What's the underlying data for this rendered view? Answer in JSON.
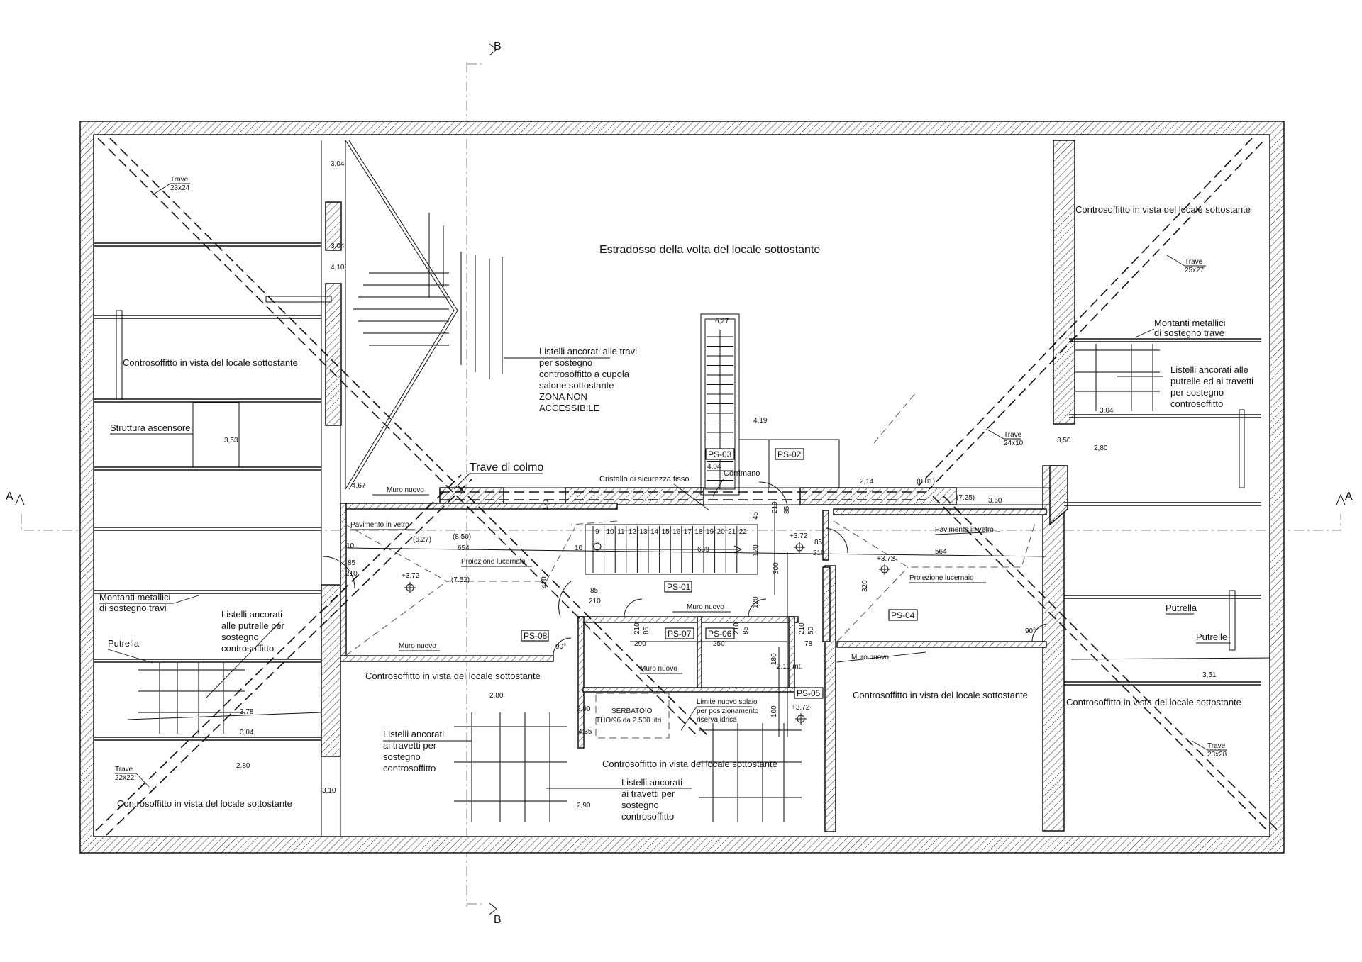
{
  "section_marks": {
    "a": "A",
    "b": "B"
  },
  "labels": {
    "estradosso": "Estradosso della volta del locale sottostante",
    "controsoffitto": "Controsoffitto in vista del locale sottostante",
    "listelli_cupola": [
      "Listelli ancorati alle travi",
      "per sostegno",
      "controsoffitto a cupola",
      "salone sottostante",
      "ZONA NON",
      "ACCESSIBILE"
    ],
    "listelli_putrelle": [
      "Listelli ancorati",
      "alle putrelle per",
      "sostegno",
      "controsoffitto"
    ],
    "listelli_travetti": [
      "Listelli ancorati",
      "ai travetti per",
      "sostegno",
      "controsoffitto"
    ],
    "listelli_putrelle_travetti": [
      "Listelli ancorati alle",
      "putrelle ed ai travetti",
      "per sostegno",
      "controsoffitto"
    ],
    "montanti_travi": [
      "Montanti metallici",
      "di sostegno travi"
    ],
    "montanti_trave": [
      "Montanti metallici",
      "di sostegno trave"
    ],
    "struttura_ascensore": "Struttura ascensore",
    "putrella": "Putrella",
    "putrelle": "Putrelle",
    "trave_colmo": "Trave di colmo",
    "cristallo": "Cristallo di sicurezza fisso",
    "corrimano": "Corrimano",
    "muro_nuovo": "Muro nuovo",
    "pavimento_vetro": "Pavimento in vetro",
    "proiezione_lucernaio": "Proiezione lucernaio",
    "serbatoio": [
      "SERBATOIO",
      "THO/96 da 2.500 litri"
    ],
    "limite_solaio": [
      "Limite nuovo solaio",
      "per posizionamento",
      "riserva idrica"
    ],
    "trave_prefix": "Trave",
    "mt": "2.10 mt."
  },
  "beams": {
    "t1": "23x24",
    "t2": "25x27",
    "t3": "24x10",
    "t4": "22x22",
    "t5": "23x28"
  },
  "rooms": [
    "PS-01",
    "PS-02",
    "PS-03",
    "PS-04",
    "PS-05",
    "PS-06",
    "PS-07",
    "PS-08"
  ],
  "elevations": {
    "e304": "3,04",
    "e410": "4,10",
    "e353": "3,53",
    "e378": "3,78",
    "e280": "2,80",
    "e310": "3,10",
    "e467": "4,67",
    "e627": "6,27",
    "e419": "4,19",
    "e404": "4,04",
    "e214": "2,14",
    "e350": "3,50",
    "e360": "3,60",
    "e351": "3,51",
    "e290": "2,90",
    "e435": "4,35",
    "p372": "+3.72",
    "pr850": "(8.50)",
    "pr627": "(6.27)",
    "pr752": "(7.52)",
    "pr881": "(8.81)",
    "pr725": "(7.25)"
  },
  "dims": {
    "d654": "654",
    "d639": "639",
    "d564": "564",
    "d85": "85",
    "d210": "210",
    "d410": "410",
    "d300": "300",
    "d320": "320",
    "d290": "290",
    "d250": "250",
    "d78": "78",
    "d50": "50",
    "d120": "120",
    "d45": "45",
    "d180": "180",
    "d100": "100",
    "d10": "10",
    "d171": "171",
    "d90": "90°"
  },
  "stair_steps": [
    "9",
    "10",
    "11",
    "12",
    "13",
    "14",
    "15",
    "16",
    "17",
    "18",
    "19",
    "20",
    "21",
    "22"
  ]
}
